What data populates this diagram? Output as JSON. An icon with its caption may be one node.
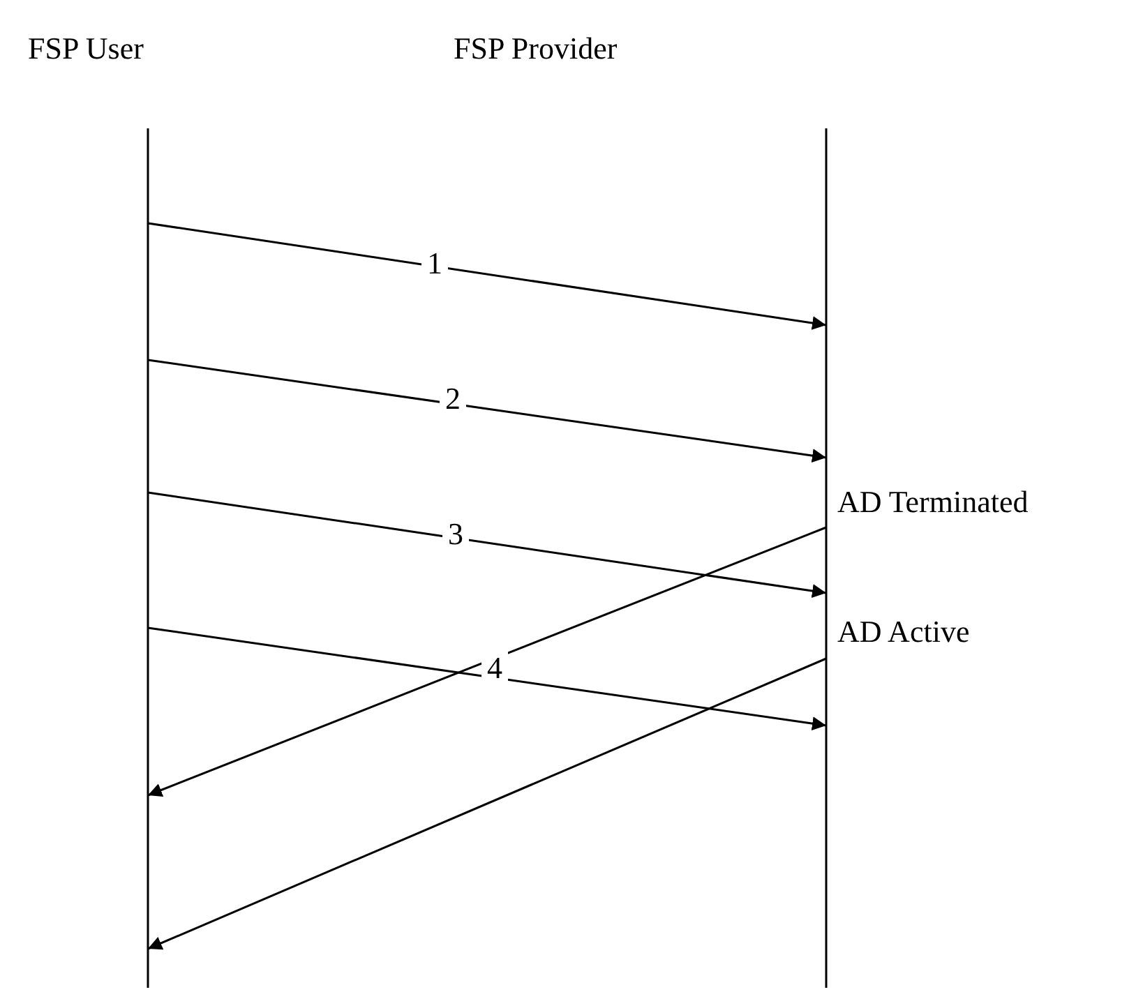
{
  "diagram": {
    "nodes": [
      {
        "text": [
          "FSP User"
        ]
      },
      {
        "text": [
          "FSP Provider"
        ]
      }
    ],
    "edges": [
      {
        "from": 0,
        "to": 1,
        "arrow": "to",
        "label": "1"
      },
      {
        "from": 0,
        "to": 1,
        "arrow": "to",
        "label": "2"
      },
      {
        "from": 0,
        "to": 1,
        "arrow": "to",
        "label": "3"
      },
      {
        "from": 1,
        "to": 0,
        "arrow": "to",
        "label": "AD Terminated"
      },
      {
        "from": 0,
        "to": 1,
        "arrow": "to",
        "label": "4"
      },
      {
        "from": 1,
        "to": 0,
        "arrow": "to",
        "label": "AD Active"
      }
    ]
  }
}
